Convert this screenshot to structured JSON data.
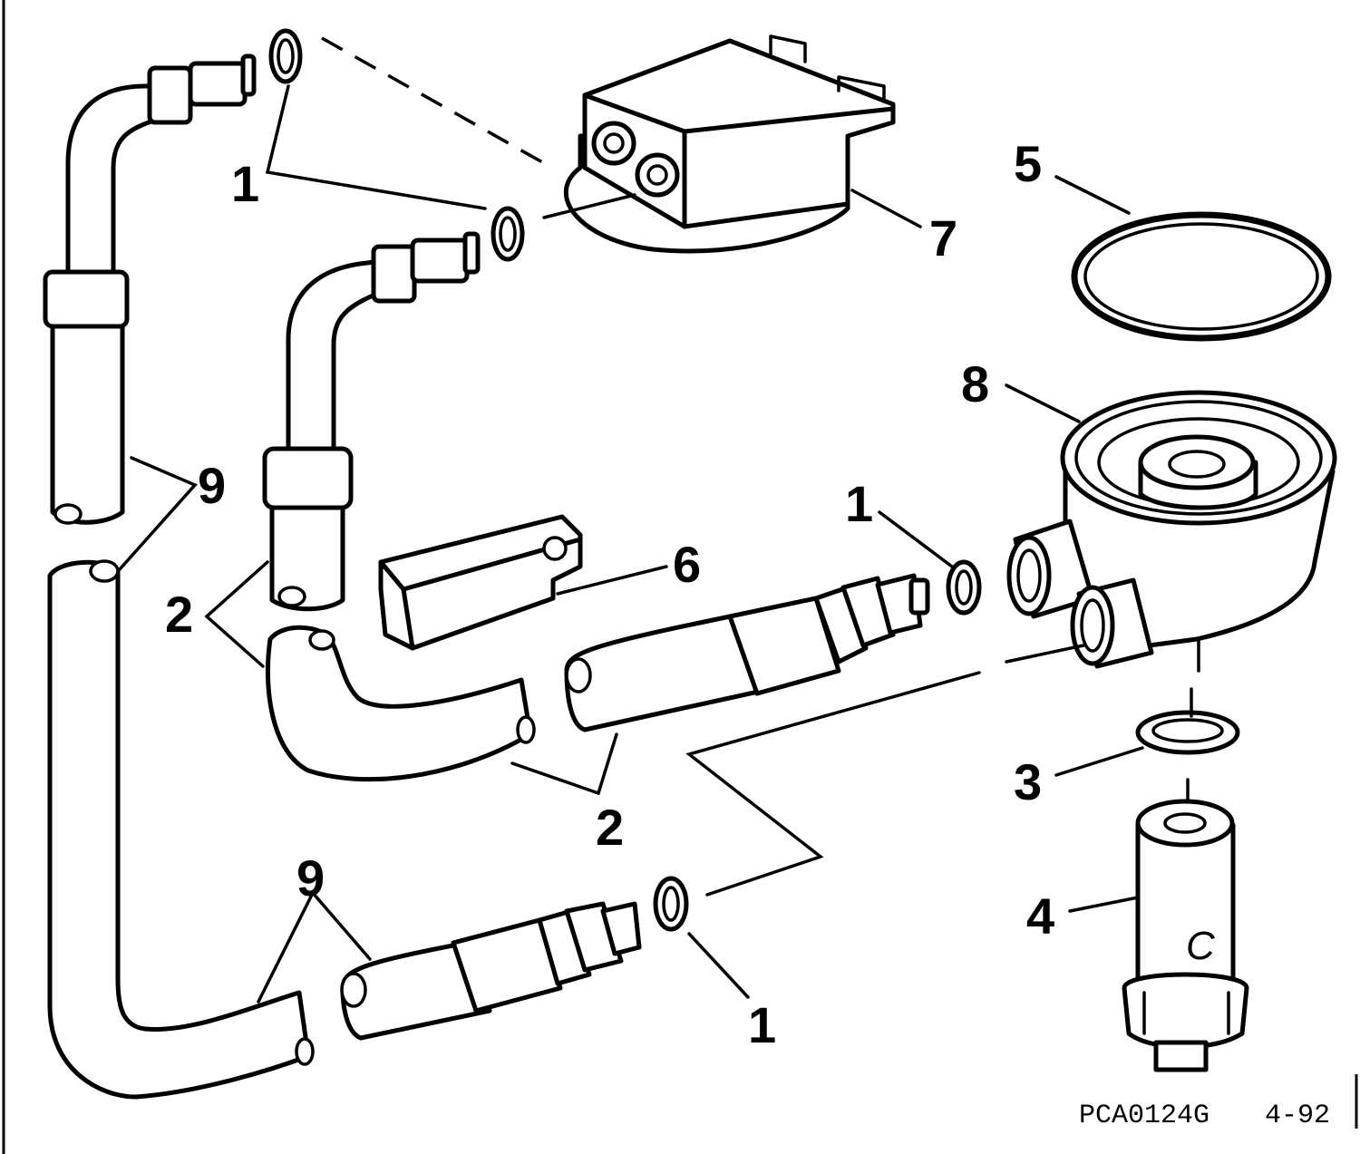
{
  "callouts": {
    "c1_top": "1",
    "c1_right": "1",
    "c1_bottom": "1",
    "c2_left": "2",
    "c2_bottom": "2",
    "c3": "3",
    "c4": "4",
    "c5": "5",
    "c6": "6",
    "c7": "7",
    "c8": "8",
    "c9_top": "9",
    "c9_bottom": "9"
  },
  "parts_marking": {
    "letter_c": "C"
  },
  "caption": {
    "figure_id": "PCA0124G",
    "date": "4-92"
  }
}
